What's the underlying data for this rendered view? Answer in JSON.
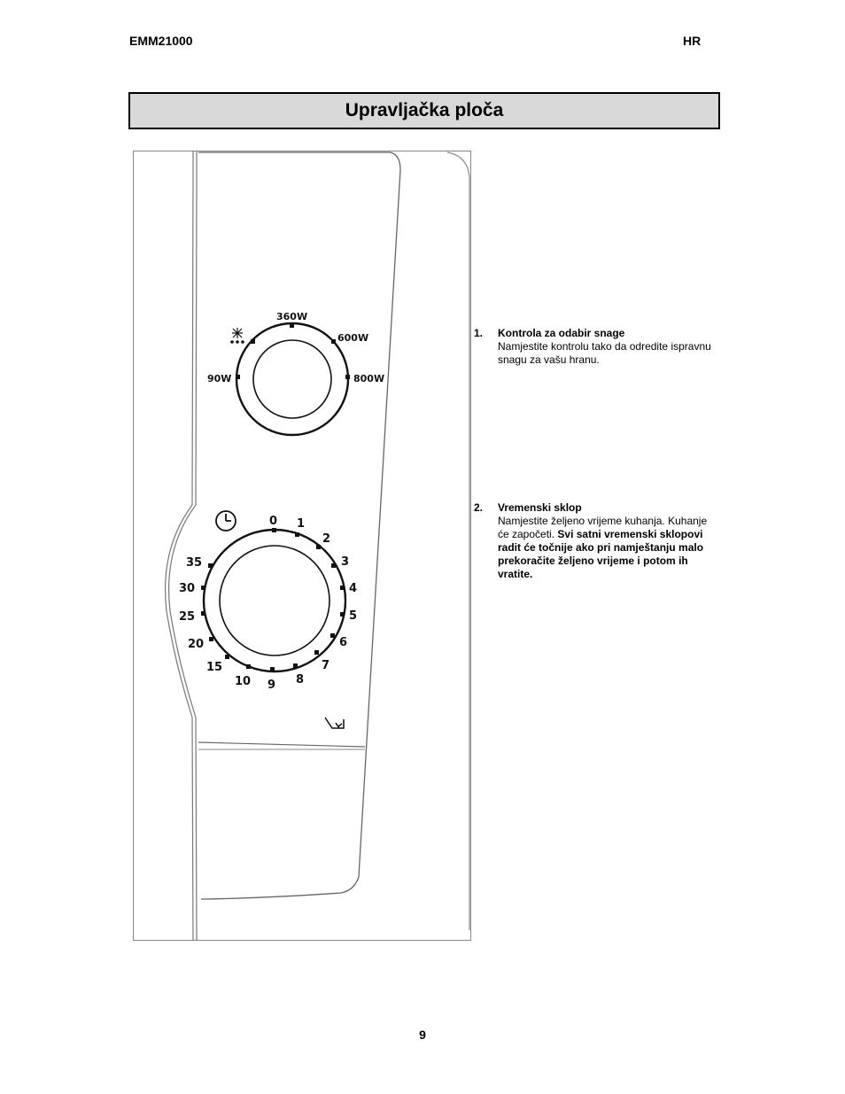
{
  "header": {
    "model": "EMM21000",
    "lang": "HR"
  },
  "title": "Upravljačka ploča",
  "power_knob": {
    "labels": [
      "90W",
      "360W",
      "600W",
      "800W"
    ],
    "defrost_icon": "snowflake-defrost-icon"
  },
  "timer_knob": {
    "labels": [
      "0",
      "1",
      "2",
      "3",
      "4",
      "5",
      "6",
      "7",
      "8",
      "9",
      "10",
      "15",
      "20",
      "25",
      "30",
      "35"
    ],
    "clock_icon": "clock-icon"
  },
  "door_icon": "door-open-icon",
  "items": [
    {
      "number": "1.",
      "heading": "Kontrola za odabir snage",
      "text": "Namjestite kontrolu tako da odredite ispravnu snagu za vašu hranu."
    },
    {
      "number": "2.",
      "heading": "Vremenski sklop",
      "text": "Namjestite željeno vrijeme kuhanja. Kuhanje će započeti.",
      "bold_text": "Svi satni vremenski  sklopovi radit će točnije ako pri namještanju malo prekoračite željeno vrijeme i potom ih vratite."
    }
  ],
  "page_number": "9"
}
